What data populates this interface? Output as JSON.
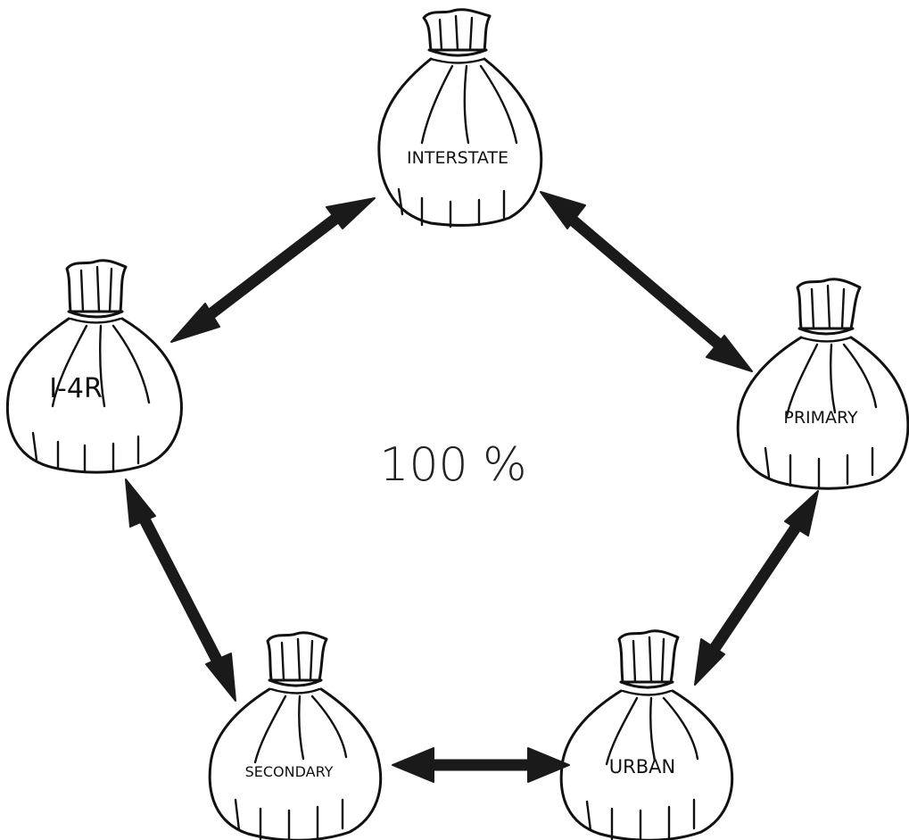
{
  "diagram": {
    "center_text": "100 %",
    "bags": [
      {
        "id": "interstate",
        "label": "INTERSTATE"
      },
      {
        "id": "i4r",
        "label": "I-4R"
      },
      {
        "id": "primary",
        "label": "PRIMARY"
      },
      {
        "id": "secondary",
        "label": "SECONDARY"
      },
      {
        "id": "urban",
        "label": "URBAN"
      }
    ],
    "arrows": [
      {
        "from": "interstate",
        "to": "i4r",
        "direction": "both"
      },
      {
        "from": "interstate",
        "to": "primary",
        "direction": "both"
      },
      {
        "from": "primary",
        "to": "urban",
        "direction": "both"
      },
      {
        "from": "urban",
        "to": "secondary",
        "direction": "both"
      },
      {
        "from": "secondary",
        "to": "i4r",
        "direction": "both"
      }
    ]
  }
}
